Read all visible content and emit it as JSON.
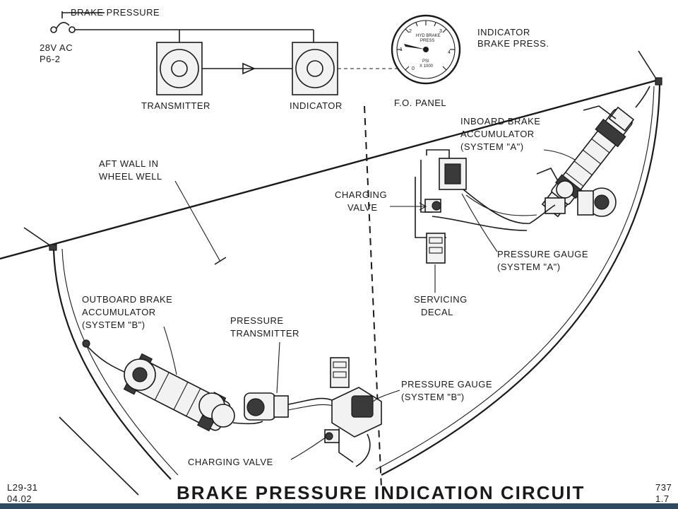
{
  "labels": {
    "brake_pressure_top": "BRAKE PRESSURE",
    "power_line1": "28V AC",
    "power_line2": "P6-2",
    "transmitter": "TRANSMITTER",
    "indicator": "INDICATOR",
    "fo_panel": "F.O. PANEL",
    "indicator_brake_line1": "INDICATOR",
    "indicator_brake_line2": "BRAKE PRESS.",
    "inboard_line1": "INBOARD BRAKE",
    "inboard_line2": "ACCUMULATOR",
    "inboard_line3": "(SYSTEM \"A\")",
    "aft_wall_line1": "AFT WALL IN",
    "aft_wall_line2": "WHEEL WELL",
    "charging_valve_a_line1": "CHARGING",
    "charging_valve_a_line2": "VALVE",
    "pressure_gauge_a_line1": "PRESSURE GAUGE",
    "pressure_gauge_a_line2": "(SYSTEM \"A\")",
    "servicing_line1": "SERVICING",
    "servicing_line2": "DECAL",
    "outboard_line1": "OUTBOARD BRAKE",
    "outboard_line2": "ACCUMULATOR",
    "outboard_line3": "(SYSTEM \"B\")",
    "pressure_transmitter_line1": "PRESSURE",
    "pressure_transmitter_line2": "TRANSMITTER",
    "pressure_gauge_b_line1": "PRESSURE GAUGE",
    "pressure_gauge_b_line2": "(SYSTEM \"B\")",
    "charging_valve_b": "CHARGING VALVE",
    "diagram_title": "BRAKE PRESSURE INDICATION CIRCUIT",
    "ref_left_line1": "L29-31",
    "ref_left_line2": "04.02",
    "ref_right_line1": "737",
    "ref_right_line2": "1.7"
  },
  "gauge": {
    "face_line1": "HYD BRAKE",
    "face_line2": "PRESS",
    "face_line3": "PSI",
    "face_line4": "X 1000",
    "scale_0": "0",
    "scale_1": "1",
    "scale_2": "2",
    "scale_3": "3",
    "scale_4": "4"
  }
}
